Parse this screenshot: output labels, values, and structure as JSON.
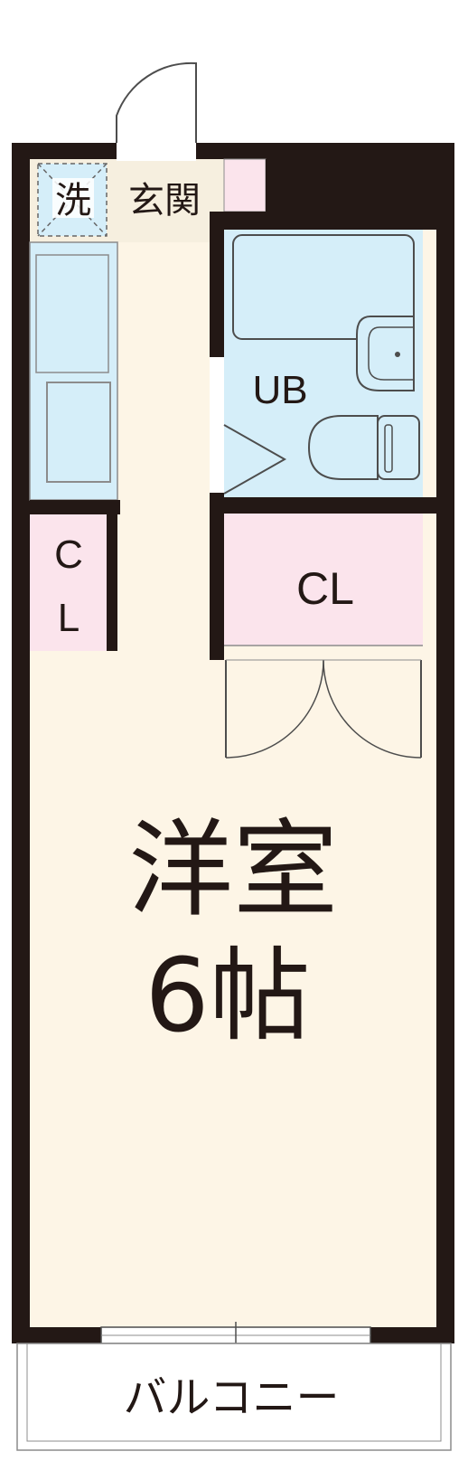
{
  "rooms": {
    "laundry": "洗",
    "entrance": "玄関",
    "bath": "UB",
    "closet_left_top": "C",
    "closet_left_bottom": "L",
    "closet_right": "CL",
    "main_room_type": "洋室",
    "main_room_size": "6帖",
    "balcony": "バルコニー"
  },
  "colors": {
    "wall": "#231815",
    "floor": "#fdf5e6",
    "wet_area": "#d5eef9",
    "closet": "#fbe4ec",
    "line": "#4d4d4d"
  }
}
